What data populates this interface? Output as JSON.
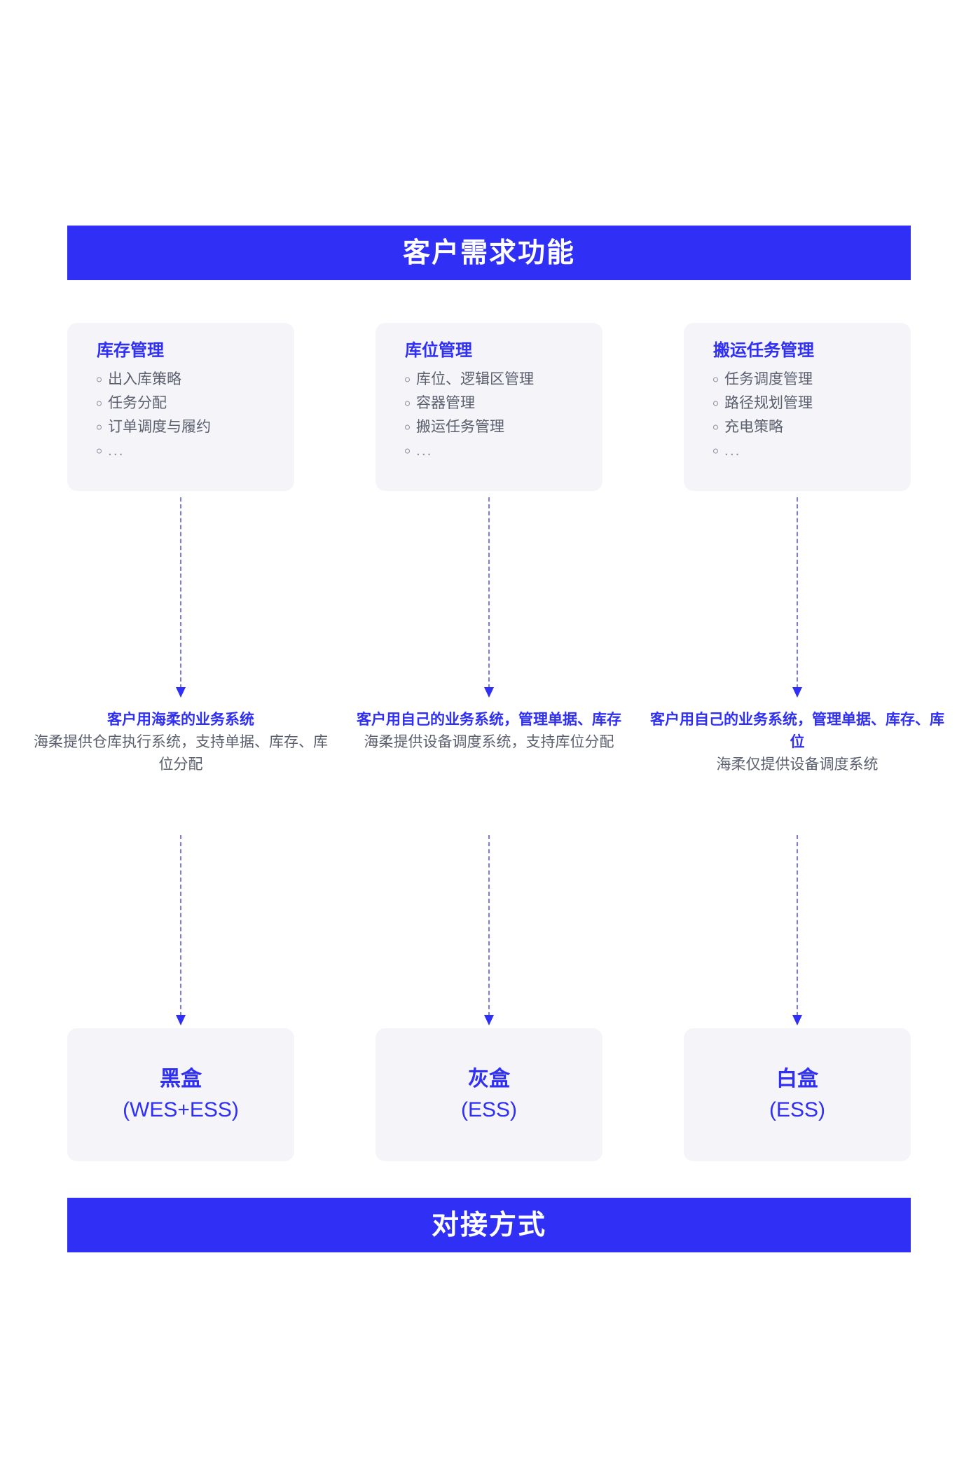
{
  "header": {
    "title": "客户需求功能"
  },
  "footer": {
    "title": "对接方式"
  },
  "theme": {
    "accent": "#2f2ff5",
    "card_bg": "#f4f4f9",
    "body_text": "#5b5f6e",
    "page_bg": "#ffffff",
    "connector": "#7b7bf0"
  },
  "columns": [
    {
      "card": {
        "title": "库存管理",
        "items": [
          "出入库策略",
          "任务分配",
          "订单调度与履约",
          "..."
        ]
      },
      "description": {
        "title": "客户用海柔的业务系统",
        "body": "海柔提供仓库执行系统，支持单据、库存、库位分配"
      },
      "outcome": {
        "label": "黑盒",
        "sub": "(WES+ESS)"
      }
    },
    {
      "card": {
        "title": "库位管理",
        "items": [
          "库位、逻辑区管理",
          "容器管理",
          "搬运任务管理",
          "..."
        ]
      },
      "description": {
        "title": "客户用自己的业务系统，管理单据、库存",
        "body": "海柔提供设备调度系统，支持库位分配"
      },
      "outcome": {
        "label": "灰盒",
        "sub": "(ESS)"
      }
    },
    {
      "card": {
        "title": "搬运任务管理",
        "items": [
          "任务调度管理",
          "路径规划管理",
          "充电策略",
          "..."
        ]
      },
      "description": {
        "title": "客户用自己的业务系统，管理单据、库存、库位",
        "body": "海柔仅提供设备调度系统"
      },
      "outcome": {
        "label": "白盒",
        "sub": "(ESS)"
      }
    }
  ]
}
